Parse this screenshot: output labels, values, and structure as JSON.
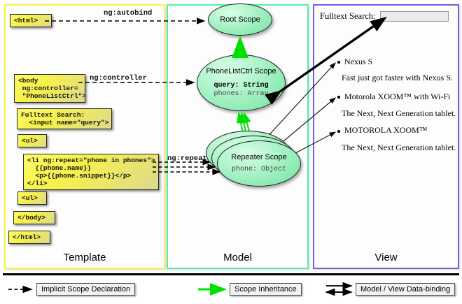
{
  "columns": [
    {
      "label": "Template",
      "accent": "#fdf340"
    },
    {
      "label": "Model",
      "accent": "#56eeaa"
    },
    {
      "label": "View",
      "accent": "#6f62e8"
    }
  ],
  "template": {
    "boxes": [
      {
        "name": "html-open",
        "text": "<html>"
      },
      {
        "name": "body-open",
        "text": "<body\n ng:controller=\n \"PhoneListCtrl\">"
      },
      {
        "name": "search-markup",
        "text": "Fulltext Search:\n  <input name=\"query\">"
      },
      {
        "name": "ul-open",
        "text": "<ul>"
      },
      {
        "name": "li-repeat",
        "text": "<li ng:repeat=\"phone in phones\">\n  {{phone.name}}\n  <p>{{phone.snippet}}</p>\n</li>"
      },
      {
        "name": "ul-close",
        "text": "<ul>"
      },
      {
        "name": "body-close",
        "text": "</body>"
      },
      {
        "name": "html-close",
        "text": "</html>"
      }
    ]
  },
  "model": {
    "scopes": [
      {
        "name": "root-scope",
        "title": "Root\nScope",
        "props": []
      },
      {
        "name": "phonelistctrl-scope",
        "title": "PhoneListCtrl\nScope",
        "props": [
          {
            "text": "query: String",
            "strong": true
          },
          {
            "text": "phones: Array",
            "strong": false
          }
        ]
      },
      {
        "name": "repeater-scope",
        "title": "Repeater\nScope",
        "props": [
          {
            "text": "phone: Object",
            "strong": false
          }
        ]
      }
    ]
  },
  "connectors": [
    {
      "name": "ng-autobind",
      "label": "ng:autobind"
    },
    {
      "name": "ng-controller",
      "label": "ng:controller"
    },
    {
      "name": "ng-repeat",
      "label": "ng:repeat"
    }
  ],
  "view": {
    "search_label": "Fulltext Search:",
    "search_value": "",
    "search_placeholder": "",
    "items": [
      {
        "title": "Nexus S",
        "snippet": "Fast just got faster with Nexus S."
      },
      {
        "title": "Motorola XOOM™  with Wi-Fi",
        "snippet": "The Next, Next Generation tablet."
      },
      {
        "title": "MOTOROLA XOOM™",
        "snippet": "The Next, Next Generation tablet."
      }
    ]
  },
  "legend": [
    {
      "name": "implicit-scope-declaration",
      "label": "Implicit Scope Declaration",
      "style": "dashed-black"
    },
    {
      "name": "scope-inheritance",
      "label": "Scope Inheritance",
      "style": "solid-green"
    },
    {
      "name": "model-view-data-binding",
      "label": "Model / View Data-binding",
      "style": "double-black"
    }
  ],
  "colors": {
    "template_accent": "#fdf340",
    "model_accent": "#56eeaa",
    "view_accent": "#6f62e8",
    "scope_green": "#6fe3a0",
    "code_yellow": "#f6f04c",
    "inheritance_green": "#00e000"
  }
}
